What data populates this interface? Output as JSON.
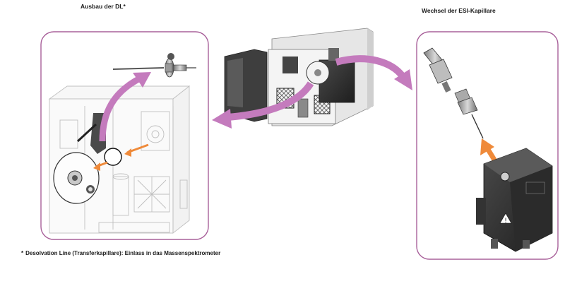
{
  "titles": {
    "left": "Ausbau der DL*",
    "right": "Wechsel der ESI-Kapillare"
  },
  "footnote": {
    "marker": "*",
    "text": "Desolvation Line (Transferkapillare): Einlass in das Massenspektrometer"
  },
  "colors": {
    "panel_border": "#a8609a",
    "purple_arrow": "#c47bbd",
    "orange_arrow": "#ef8a3a",
    "device_dark": "#3a3a3a"
  },
  "icons": [
    "warning-icon"
  ]
}
